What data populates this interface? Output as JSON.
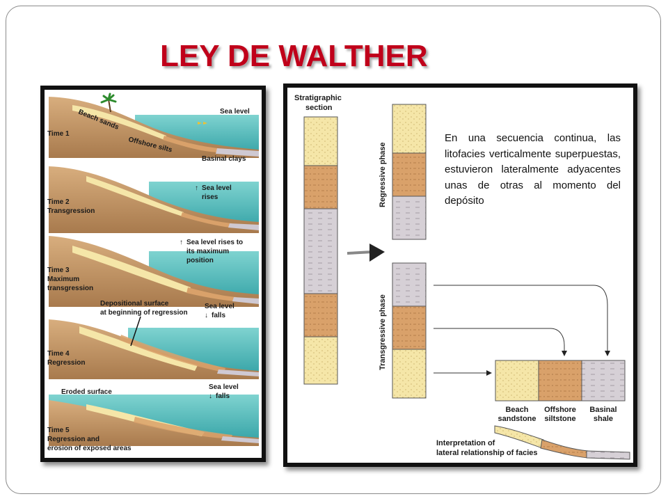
{
  "title": "LEY DE WALTHER",
  "left_diagram": {
    "time1": {
      "label": "Time 1",
      "sea_level": "Sea level",
      "beach": "Beach sands",
      "offshore": "Offshore silts",
      "basinal": "Basinal clays"
    },
    "time2": {
      "label": "Time 2",
      "caption": "Transgression",
      "note": [
        "Sea level",
        "rises"
      ]
    },
    "time3": {
      "label": "Time 3",
      "caption": [
        "Maximum",
        "transgression"
      ],
      "note": [
        "Sea level rises to",
        "its maximum",
        "position"
      ]
    },
    "time4": {
      "label": "Time 4",
      "caption": "Regression",
      "note": [
        "Sea level",
        "falls"
      ],
      "surface": [
        "Depositional surface",
        "at beginning of regression"
      ]
    },
    "time5": {
      "label": "Time 5",
      "caption": [
        "Regression and",
        "erosion of exposed areas"
      ],
      "note": [
        "Sea level",
        "falls"
      ],
      "surface": "Eroded surface"
    }
  },
  "right_diagram": {
    "section_title": [
      "Stratigraphic",
      "section"
    ],
    "regressive_phase": "Regressive phase",
    "transgressive_phase": "Transgressive phase",
    "facies": [
      {
        "name": [
          "Beach",
          "sandstone"
        ]
      },
      {
        "name": [
          "Offshore",
          "siltstone"
        ]
      },
      {
        "name": [
          "Basinal",
          "shale"
        ]
      }
    ],
    "interpretation": [
      "Interpretation of",
      "lateral relationship of facies"
    ],
    "description": "En una secuencia continua, las litofacies verticalmente superpuestas, estuvieron lateralmente adyacentes unas de otras al momento del depósito"
  },
  "colors": {
    "title": "#c0001a",
    "sand": "#f5e6a8",
    "silt": "#d9a16a",
    "shale": "#d6d0d6",
    "sea": "#5fc4c4",
    "land": "#c99a6a"
  }
}
